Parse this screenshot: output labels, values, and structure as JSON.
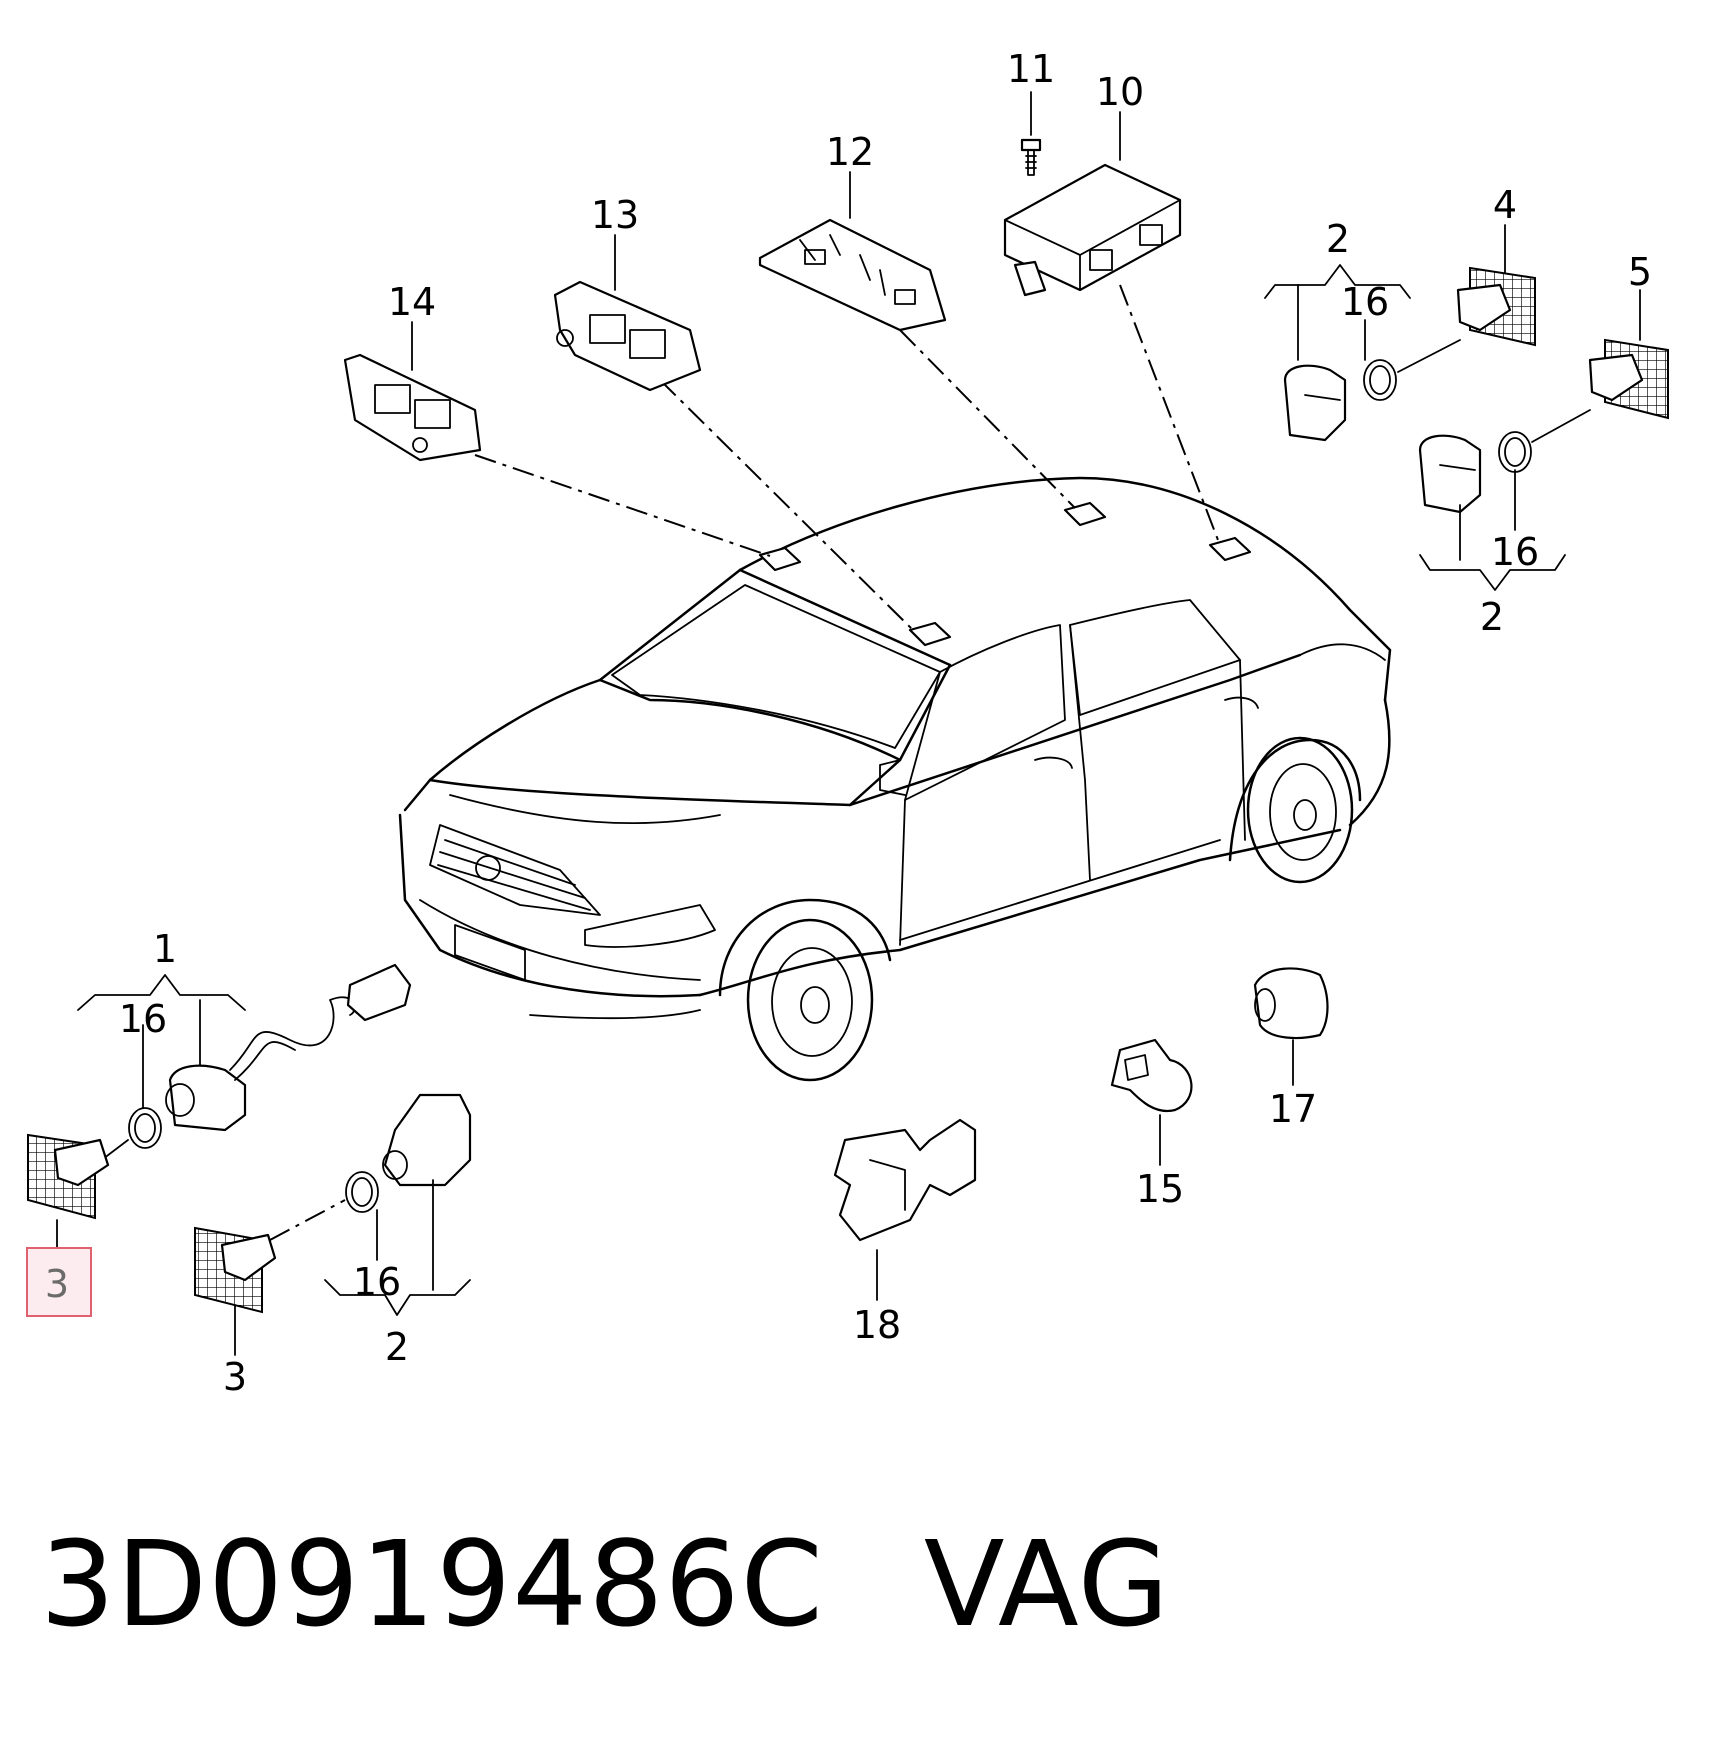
{
  "callouts": {
    "c1": "1",
    "c2a": "2",
    "c2b": "2",
    "c2c": "2",
    "c3a": "3",
    "c3b": "3",
    "c4": "4",
    "c5": "5",
    "c10": "10",
    "c11": "11",
    "c12": "12",
    "c13": "13",
    "c14": "14",
    "c15": "15",
    "c16a": "16",
    "c16b": "16",
    "c16c": "16",
    "c16d": "16",
    "c17": "17",
    "c18": "18"
  },
  "highlight": {
    "color": "#e06070",
    "target_callout": "3"
  },
  "footer": {
    "part_number": "3D0919486C",
    "brand": "VAG"
  }
}
